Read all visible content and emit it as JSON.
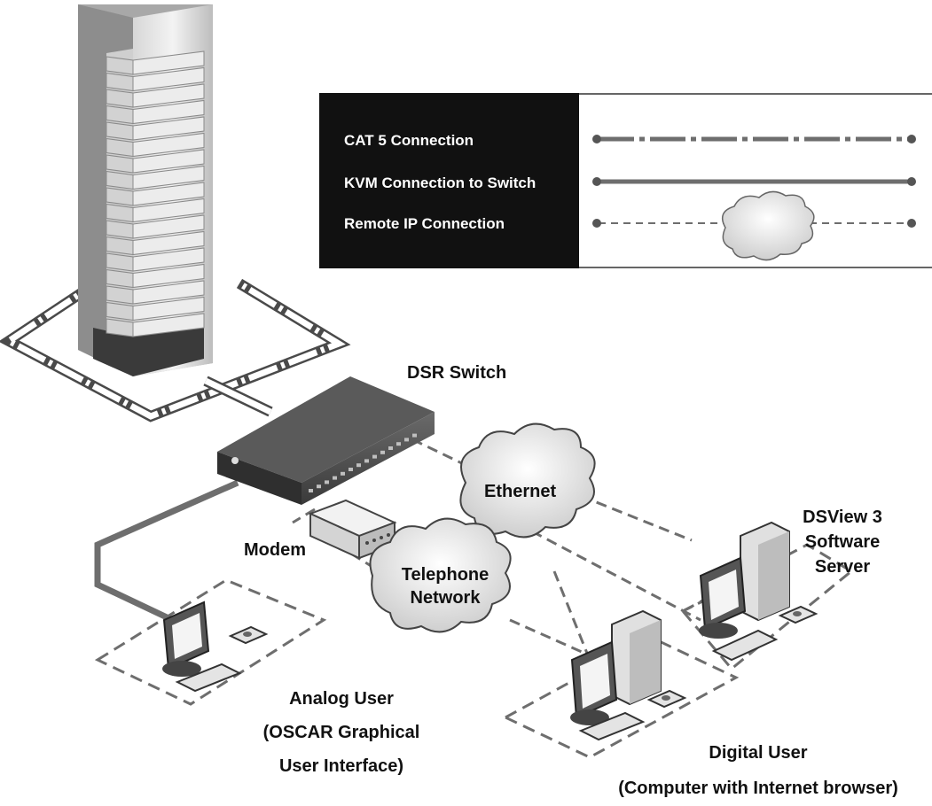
{
  "legend": {
    "items": [
      {
        "label": "CAT 5 Connection",
        "style": "dash-dot"
      },
      {
        "label": "KVM Connection to Switch",
        "style": "solid"
      },
      {
        "label": "Remote IP Connection",
        "style": "dashed-cloud"
      }
    ]
  },
  "labels": {
    "dsr_switch": "DSR Switch",
    "ethernet": "Ethernet",
    "telephone_line1": "Telephone",
    "telephone_line2": "Network",
    "modem": "Modem",
    "dsview_line1": "DSView 3",
    "dsview_line2": "Software",
    "dsview_line3": "Server",
    "analog_line1": "Analog User",
    "analog_line2": "(OSCAR Graphical",
    "analog_line3": "User Interface)",
    "digital_line1": "Digital User",
    "digital_line2": "(Computer with Internet browser)"
  },
  "colors": {
    "background": "#ffffff",
    "legend_dark": "#111111",
    "line": "#6e6e6e",
    "device": "#555555"
  }
}
